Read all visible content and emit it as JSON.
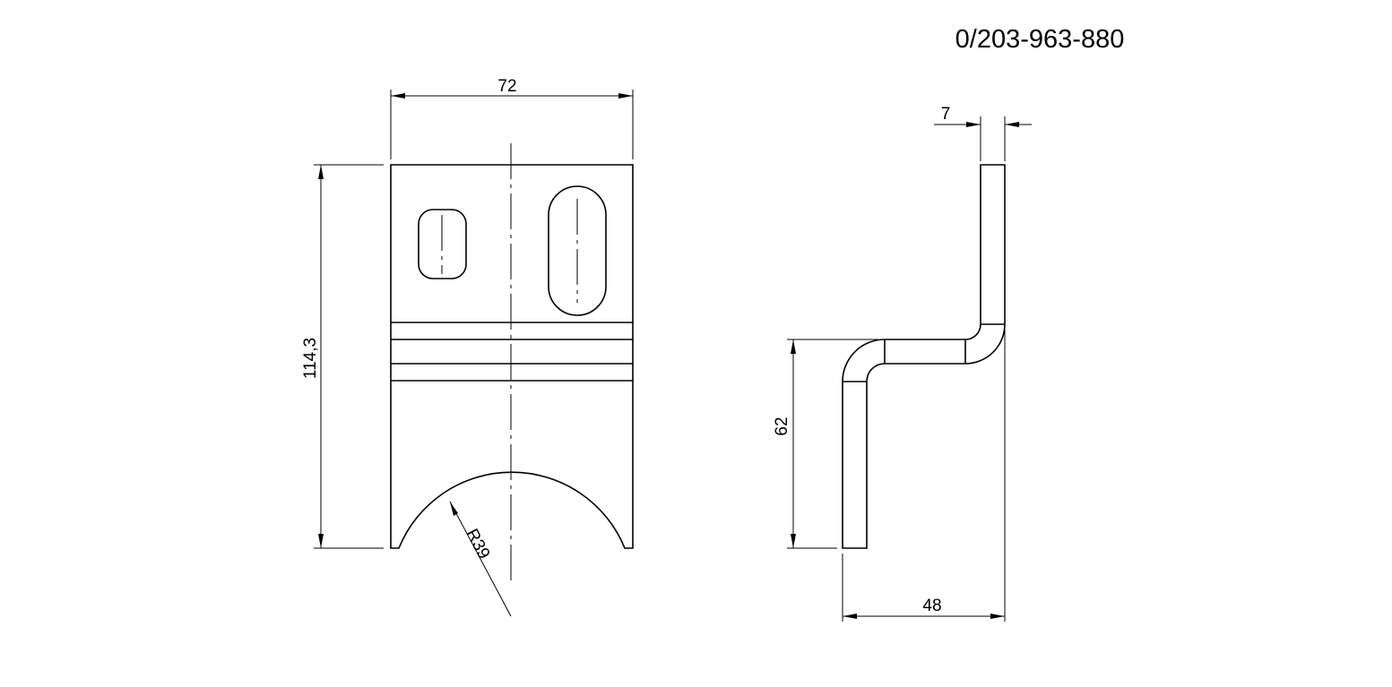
{
  "part_number": "0/203-963-880",
  "front_view": {
    "width_dim": "72",
    "height_dim": "114,3",
    "radius_dim": "R39"
  },
  "side_view": {
    "thickness_dim": "7",
    "height_dim": "62",
    "depth_dim": "48"
  }
}
